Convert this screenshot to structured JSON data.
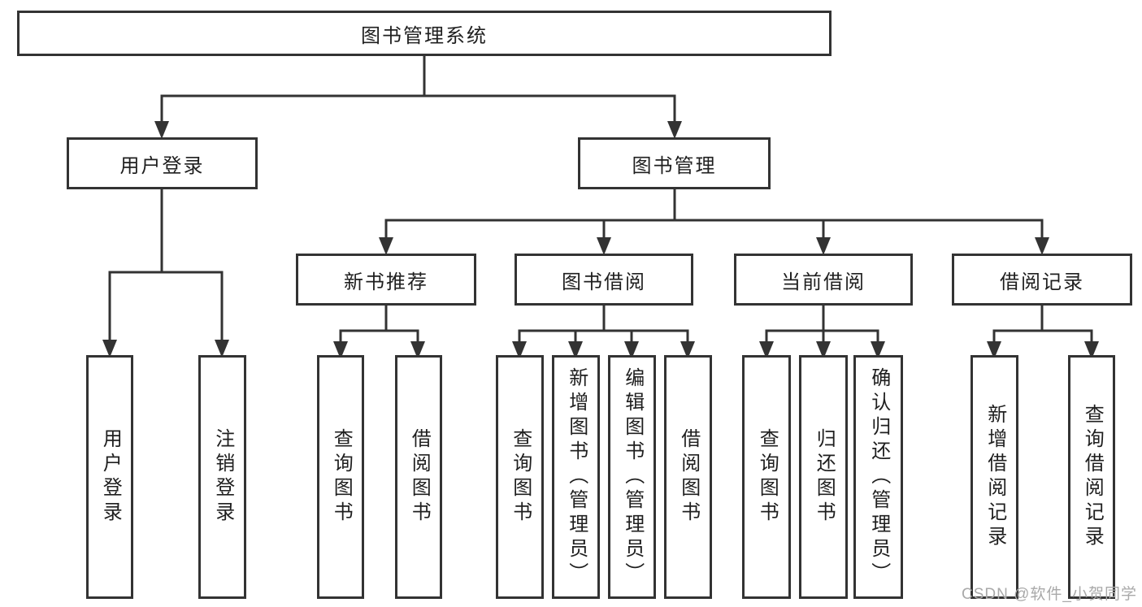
{
  "tree": {
    "root": "图书管理系统",
    "login_branch": {
      "label": "用户登录",
      "children": [
        "用户登录",
        "注销登录"
      ]
    },
    "manage_branch": {
      "label": "图书管理",
      "groups": [
        {
          "label": "新书推荐",
          "children": [
            "查询图书",
            "借阅图书"
          ]
        },
        {
          "label": "图书借阅",
          "children": [
            "查询图书",
            "新增图书（管理员）",
            "编辑图书（管理员）",
            "借阅图书"
          ]
        },
        {
          "label": "当前借阅",
          "children": [
            "查询图书",
            "归还图书",
            "确认归还（管理员）"
          ]
        },
        {
          "label": "借阅记录",
          "children": [
            "新增借阅记录",
            "查询借阅记录"
          ]
        }
      ]
    }
  },
  "watermark": "CSDN @软件_小贺同学",
  "colors": {
    "line": "#333333",
    "text": "#1f1f1f",
    "watermark": "#a9a9a9"
  }
}
